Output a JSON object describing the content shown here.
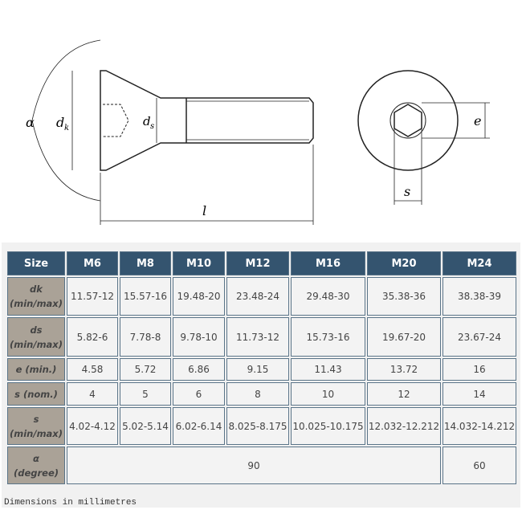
{
  "drawing": {
    "labels": {
      "alpha": "α",
      "dk": "d",
      "dk_sub": "k",
      "ds": "d",
      "ds_sub": "s",
      "l": "l",
      "e": "e",
      "s": "s"
    }
  },
  "table": {
    "headers": [
      "Size",
      "M6",
      "M8",
      "M10",
      "M12",
      "M16",
      "M20",
      "M24"
    ],
    "rows": [
      {
        "label": "dk",
        "sub": "(min/max)",
        "values": [
          "11.57-12",
          "15.57-16",
          "19.48-20",
          "23.48-24",
          "29.48-30",
          "35.38-36",
          "38.38-39"
        ]
      },
      {
        "label": "ds",
        "sub": "(min/max)",
        "values": [
          "5.82-6",
          "7.78-8",
          "9.78-10",
          "11.73-12",
          "15.73-16",
          "19.67-20",
          "23.67-24"
        ]
      },
      {
        "label": "e (min.)",
        "values": [
          "4.58",
          "5.72",
          "6.86",
          "9.15",
          "11.43",
          "13.72",
          "16"
        ]
      },
      {
        "label": "s (nom.)",
        "values": [
          "4",
          "5",
          "6",
          "8",
          "10",
          "12",
          "14"
        ]
      },
      {
        "label": "s",
        "sub": "(min/max)",
        "values": [
          "4.02-4.12",
          "5.02-5.14",
          "6.02-6.14",
          "8.025-8.175",
          "10.025-10.175",
          "12.032-12.212",
          "14.032-14.212"
        ]
      }
    ],
    "alpha": {
      "label": "α",
      "sub": "(degree)",
      "value_m6_m20": "90",
      "value_m24": "60"
    }
  },
  "caption": "Dimensions in millimetres"
}
